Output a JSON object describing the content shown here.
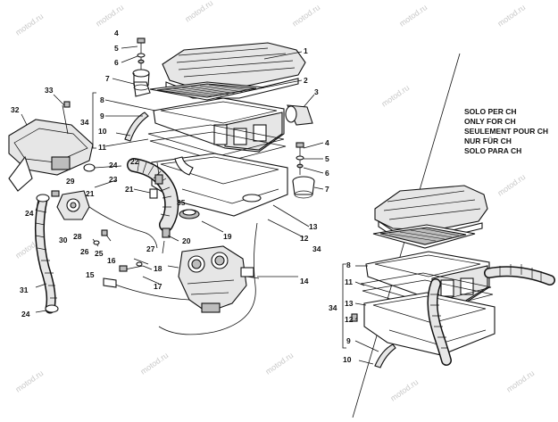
{
  "watermark": "motod.ru",
  "note": {
    "lines": [
      "SOLO PER CH",
      "ONLY FOR CH",
      "SEULEMENT POUR CH",
      "NUR FÜR CH",
      "SOLO PARA CH"
    ]
  },
  "callouts": {
    "c1": "1",
    "c2": "2",
    "c3": "3",
    "c4a": "4",
    "c5a": "5",
    "c6a": "6",
    "c7a": "7",
    "c4b": "4",
    "c5b": "5",
    "c6b": "6",
    "c7b": "7",
    "c8a": "8",
    "c9a": "9",
    "c10a": "10",
    "c11a": "11",
    "c34a": "34",
    "c12a": "12",
    "c13a": "13",
    "c34b": "34",
    "c14": "14",
    "c15": "15",
    "c16": "16",
    "c17": "17",
    "c18": "18",
    "c19": "19",
    "c20": "20",
    "c21a": "21",
    "c21b": "21",
    "c22": "22",
    "c23": "23",
    "c24a": "24",
    "c24b": "24",
    "c24c": "24",
    "c25": "25",
    "c26": "26",
    "c27": "27",
    "c28": "28",
    "c29": "29",
    "c30": "30",
    "c31": "31",
    "c32": "32",
    "c33": "33",
    "c35": "35",
    "c8b": "8",
    "c11b": "11",
    "c13b": "13",
    "c12b": "12",
    "c34c": "34",
    "c9b": "9",
    "c10b": "10"
  }
}
